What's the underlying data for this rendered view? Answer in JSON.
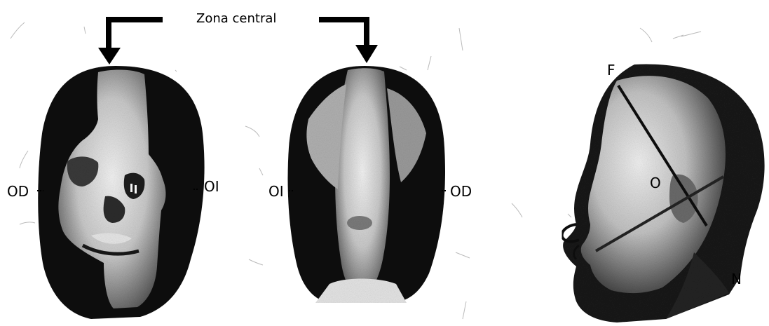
{
  "title": "Zona central",
  "labels": {
    "front_right": "OD",
    "front_left": "OI",
    "back_left": "OI",
    "back_right": "OD",
    "side_top": "F",
    "side_middle": "O",
    "side_bottom": "N"
  },
  "colors": {
    "dark": "#101010",
    "light": "#d8d8d8",
    "mid": "#8a8a8a",
    "line": "#000000"
  }
}
